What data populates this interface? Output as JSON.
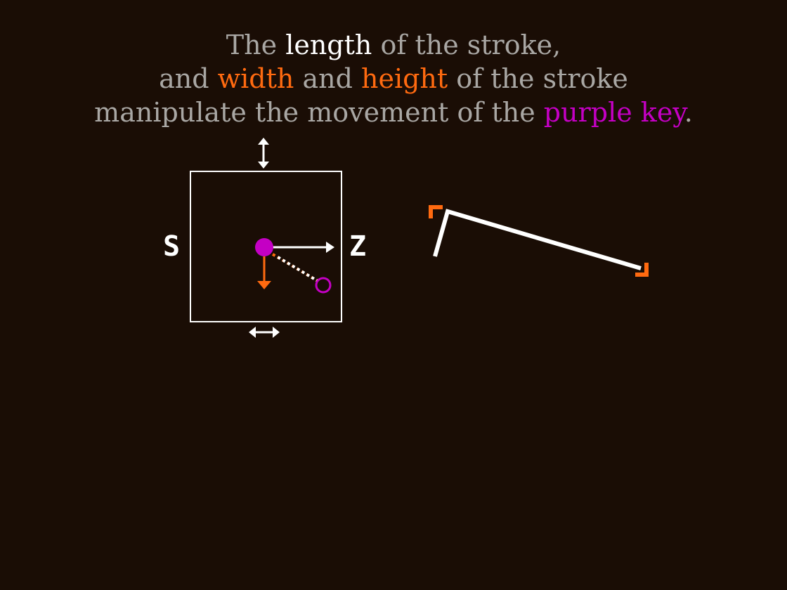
{
  "instructions": {
    "line1": {
      "a": "The ",
      "b": "length",
      "c": " of the stroke,"
    },
    "line2": {
      "a": "and ",
      "b": "width",
      "c": " and ",
      "d": "height",
      "e": " of the stroke"
    },
    "line3": {
      "a": "manipulate the movement of the ",
      "b": "purple key",
      "c": "."
    }
  },
  "keys": {
    "left": "S",
    "right": "Z"
  },
  "colors": {
    "background": "#1a0d05",
    "text": "#a9a7a4",
    "highlight": "#ffffff",
    "accent": "#ff6a10",
    "key": "#c400c4"
  },
  "icons": [
    "height-arrow-icon",
    "width-arrow-icon",
    "right-arrow-icon",
    "down-arrow-icon",
    "corner-bracket-icon"
  ]
}
